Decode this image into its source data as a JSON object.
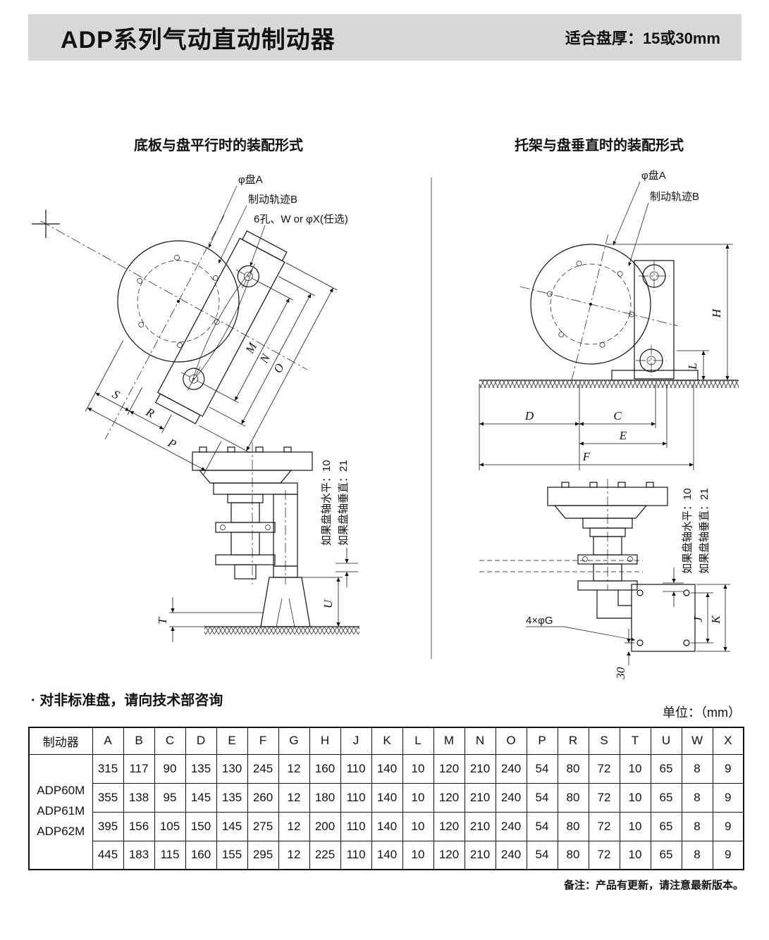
{
  "header": {
    "title": "ADP系列气动直动制动器",
    "thickness_label": "适合盘厚：",
    "thickness_value": "15或30mm"
  },
  "figure_left": {
    "title": "底板与盘平行时的装配形式",
    "label_disc": "φ盘A",
    "label_track": "制动轨迹B",
    "label_holes": "6孔、W or φX(任选)",
    "dim_M": "M",
    "dim_N": "N",
    "dim_O": "O",
    "dim_S": "S",
    "dim_R": "R",
    "dim_P": "P",
    "dim_T": "T",
    "dim_U": "U",
    "note_horiz": "如果盘轴水平：10",
    "note_vert": "如果盘轴垂直：21"
  },
  "figure_right": {
    "title": "托架与盘垂直时的装配形式",
    "label_disc": "φ盘A",
    "label_track": "制动轨迹B",
    "label_holes": "4×φG",
    "dim_H": "H",
    "dim_L": "L",
    "dim_D": "D",
    "dim_C": "C",
    "dim_E": "E",
    "dim_F": "F",
    "dim_J": "J",
    "dim_K": "K",
    "dim_30": "30",
    "note_horiz": "如果盘轴水平：10",
    "note_vert": "如果盘轴垂直：21"
  },
  "notes": {
    "consult": "· 对非标准盘，请向技术部咨询",
    "unit": "单位：（mm）",
    "footer": "备注：产品有更新，请注意最新版本。"
  },
  "table": {
    "first_header": "制动器",
    "columns": [
      "A",
      "B",
      "C",
      "D",
      "E",
      "F",
      "G",
      "H",
      "J",
      "K",
      "L",
      "M",
      "N",
      "O",
      "P",
      "R",
      "S",
      "T",
      "U",
      "W",
      "X"
    ],
    "models": [
      "ADP60M",
      "ADP61M",
      "ADP62M"
    ],
    "rows": [
      [
        "315",
        "117",
        "90",
        "135",
        "130",
        "245",
        "12",
        "160",
        "110",
        "140",
        "10",
        "120",
        "210",
        "240",
        "54",
        "80",
        "72",
        "10",
        "65",
        "8",
        "9"
      ],
      [
        "355",
        "138",
        "95",
        "145",
        "135",
        "260",
        "12",
        "180",
        "110",
        "140",
        "10",
        "120",
        "210",
        "240",
        "54",
        "80",
        "72",
        "10",
        "65",
        "8",
        "9"
      ],
      [
        "395",
        "156",
        "105",
        "150",
        "145",
        "275",
        "12",
        "200",
        "110",
        "140",
        "10",
        "120",
        "210",
        "240",
        "54",
        "80",
        "72",
        "10",
        "65",
        "8",
        "9"
      ],
      [
        "445",
        "183",
        "115",
        "160",
        "155",
        "295",
        "12",
        "225",
        "110",
        "140",
        "10",
        "120",
        "210",
        "240",
        "54",
        "80",
        "72",
        "10",
        "65",
        "8",
        "9"
      ]
    ]
  }
}
